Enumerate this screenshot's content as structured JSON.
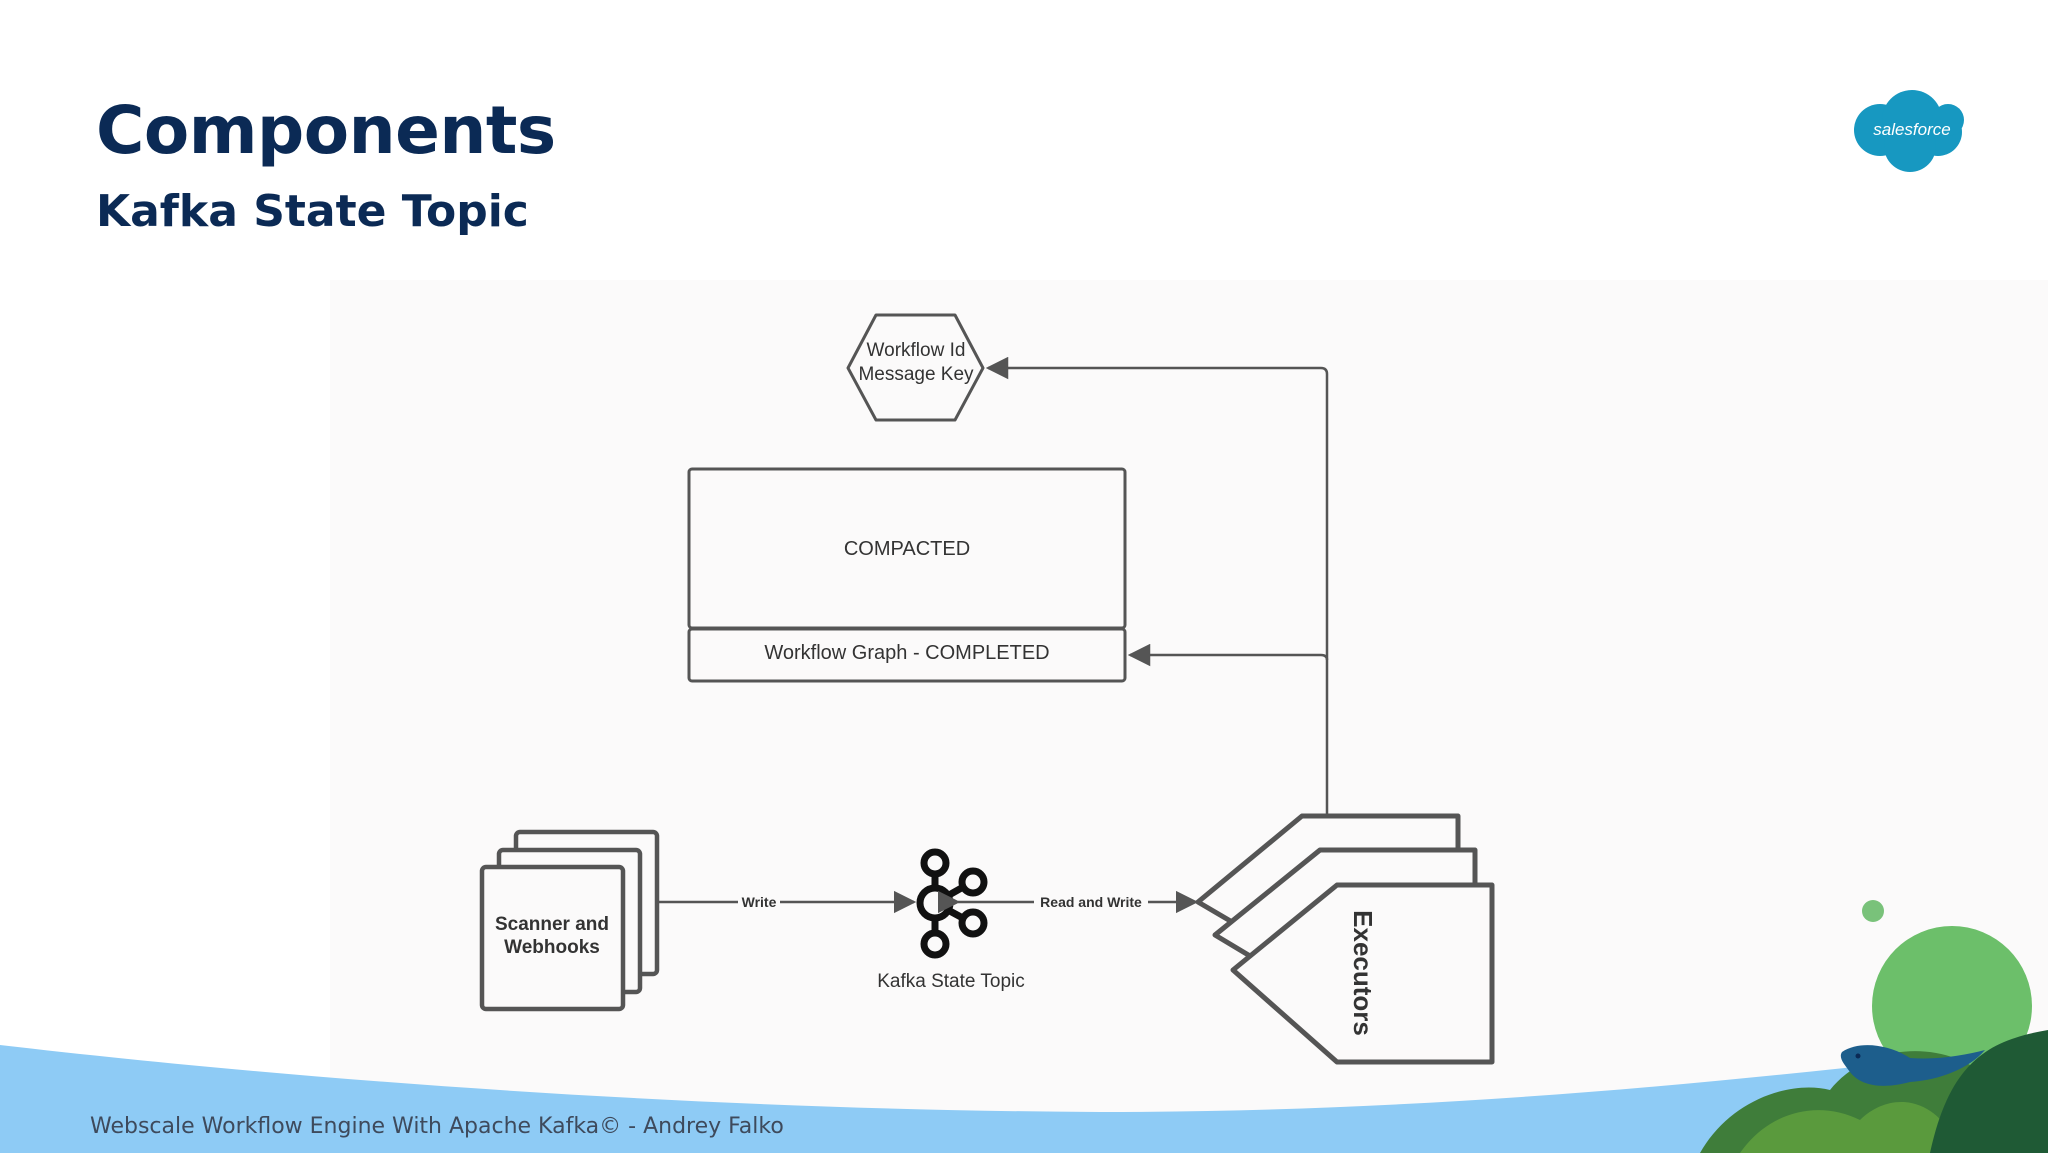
{
  "slide": {
    "title": "Components",
    "subtitle": "Kafka State Topic",
    "footer": "Webscale Workflow Engine With Apache Kafka© - Andrey Falko",
    "logo_text": "salesforce"
  },
  "diagram": {
    "key_hexagon": {
      "line1": "Workflow Id",
      "line2": "Message Key"
    },
    "compacted_box": "COMPACTED",
    "completed_box": "Workflow Graph - COMPLETED",
    "scanner": {
      "line1": "Scanner and",
      "line2": "Webhooks"
    },
    "kafka_label": "Kafka State Topic",
    "executors": "Executors",
    "edge_write": "Write",
    "edge_read_write": "Read and Write"
  },
  "colors": {
    "title": "#0b2a55",
    "line": "#555555",
    "logo": "#1798c1",
    "wave": "#8ecbf5"
  }
}
